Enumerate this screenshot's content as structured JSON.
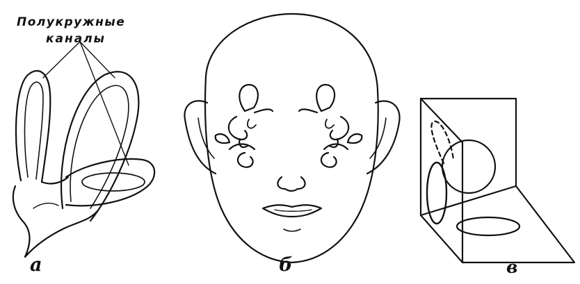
{
  "canal_label": {
    "line1": "Полукружные",
    "line2": "каналы"
  },
  "panels": [
    {
      "id": "a",
      "label": "а"
    },
    {
      "id": "b",
      "label": "б"
    },
    {
      "id": "v",
      "label": "в"
    }
  ],
  "colors": {
    "ink": "#111111",
    "paper": "#ffffff"
  }
}
